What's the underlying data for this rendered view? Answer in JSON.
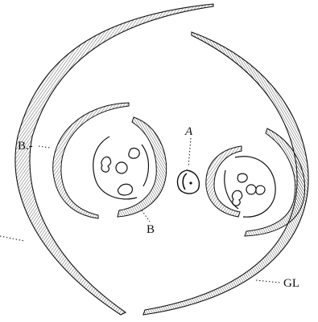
{
  "labels": {
    "a": "A",
    "b_left": "B.-",
    "b_bottom": "B",
    "gl": "GL"
  },
  "colors": {
    "ink": "#111111",
    "paper": "#ffffff"
  }
}
